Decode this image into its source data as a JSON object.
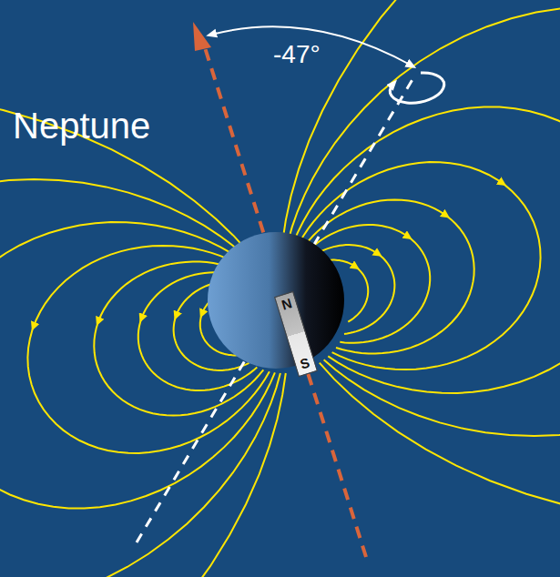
{
  "diagram": {
    "nodes": [
      {
        "text": [
          "N",
          "S"
        ]
      }
    ],
    "labels": [
      "Neptune",
      "-47°"
    ]
  }
}
